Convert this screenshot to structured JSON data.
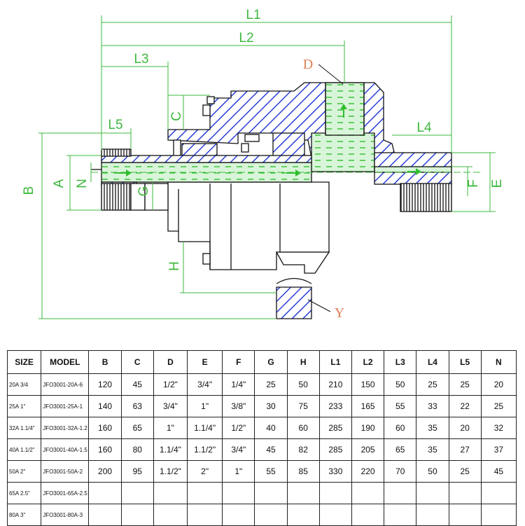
{
  "diagram": {
    "dimension_labels": {
      "L1": "L1",
      "L2": "L2",
      "L3": "L3",
      "L4": "L4",
      "L5": "L5",
      "B": "B",
      "A": "A",
      "N": "N",
      "G": "G",
      "C": "C",
      "H": "H",
      "F": "F",
      "E": "E"
    },
    "callouts": {
      "D": "D",
      "Y": "Y"
    },
    "colors": {
      "dimension": "#3db83d",
      "callout": "#e0805a",
      "hatch": "#2a3fd8",
      "flow": "#2fbf2f",
      "outline": "#111111"
    }
  },
  "table": {
    "headers": [
      "SIZE",
      "MODEL",
      "B",
      "C",
      "D",
      "E",
      "F",
      "G",
      "H",
      "L1",
      "L2",
      "L3",
      "L4",
      "L5",
      "N"
    ],
    "rows": [
      [
        "20A 3/4",
        "JFO3001-20A-6",
        "120",
        "45",
        "1/2\"",
        "3/4\"",
        "1/4\"",
        "25",
        "50",
        "210",
        "150",
        "50",
        "25",
        "25",
        "20"
      ],
      [
        "25A 1\"",
        "JFO3001-25A-1",
        "140",
        "63",
        "3/4\"",
        "1\"",
        "3/8\"",
        "30",
        "75",
        "233",
        "165",
        "55",
        "33",
        "22",
        "25"
      ],
      [
        "32A 1.1/4\"",
        "JFO3001-32A-1.2",
        "160",
        "65",
        "1\"",
        "1.1/4\"",
        "1/2\"",
        "40",
        "60",
        "285",
        "190",
        "60",
        "35",
        "20",
        "32"
      ],
      [
        "40A 1.1/2\"",
        "JFO3001-40A-1.5",
        "160",
        "80",
        "1.1/4\"",
        "1.1/2\"",
        "3/4\"",
        "45",
        "82",
        "285",
        "205",
        "65",
        "35",
        "27",
        "37"
      ],
      [
        "50A 2\"",
        "JFO3001-50A-2",
        "200",
        "95",
        "1.1/2\"",
        "2\"",
        "1\"",
        "55",
        "85",
        "330",
        "220",
        "70",
        "50",
        "25",
        "45"
      ],
      [
        "65A 2.5\"",
        "JFO3001-65A-2.5",
        "",
        "",
        "",
        "",
        "",
        "",
        "",
        "",
        "",
        "",
        "",
        "",
        ""
      ],
      [
        "80A 3\"",
        "JFO3001-80A-3",
        "",
        "",
        "",
        "",
        "",
        "",
        "",
        "",
        "",
        "",
        "",
        "",
        ""
      ]
    ]
  }
}
